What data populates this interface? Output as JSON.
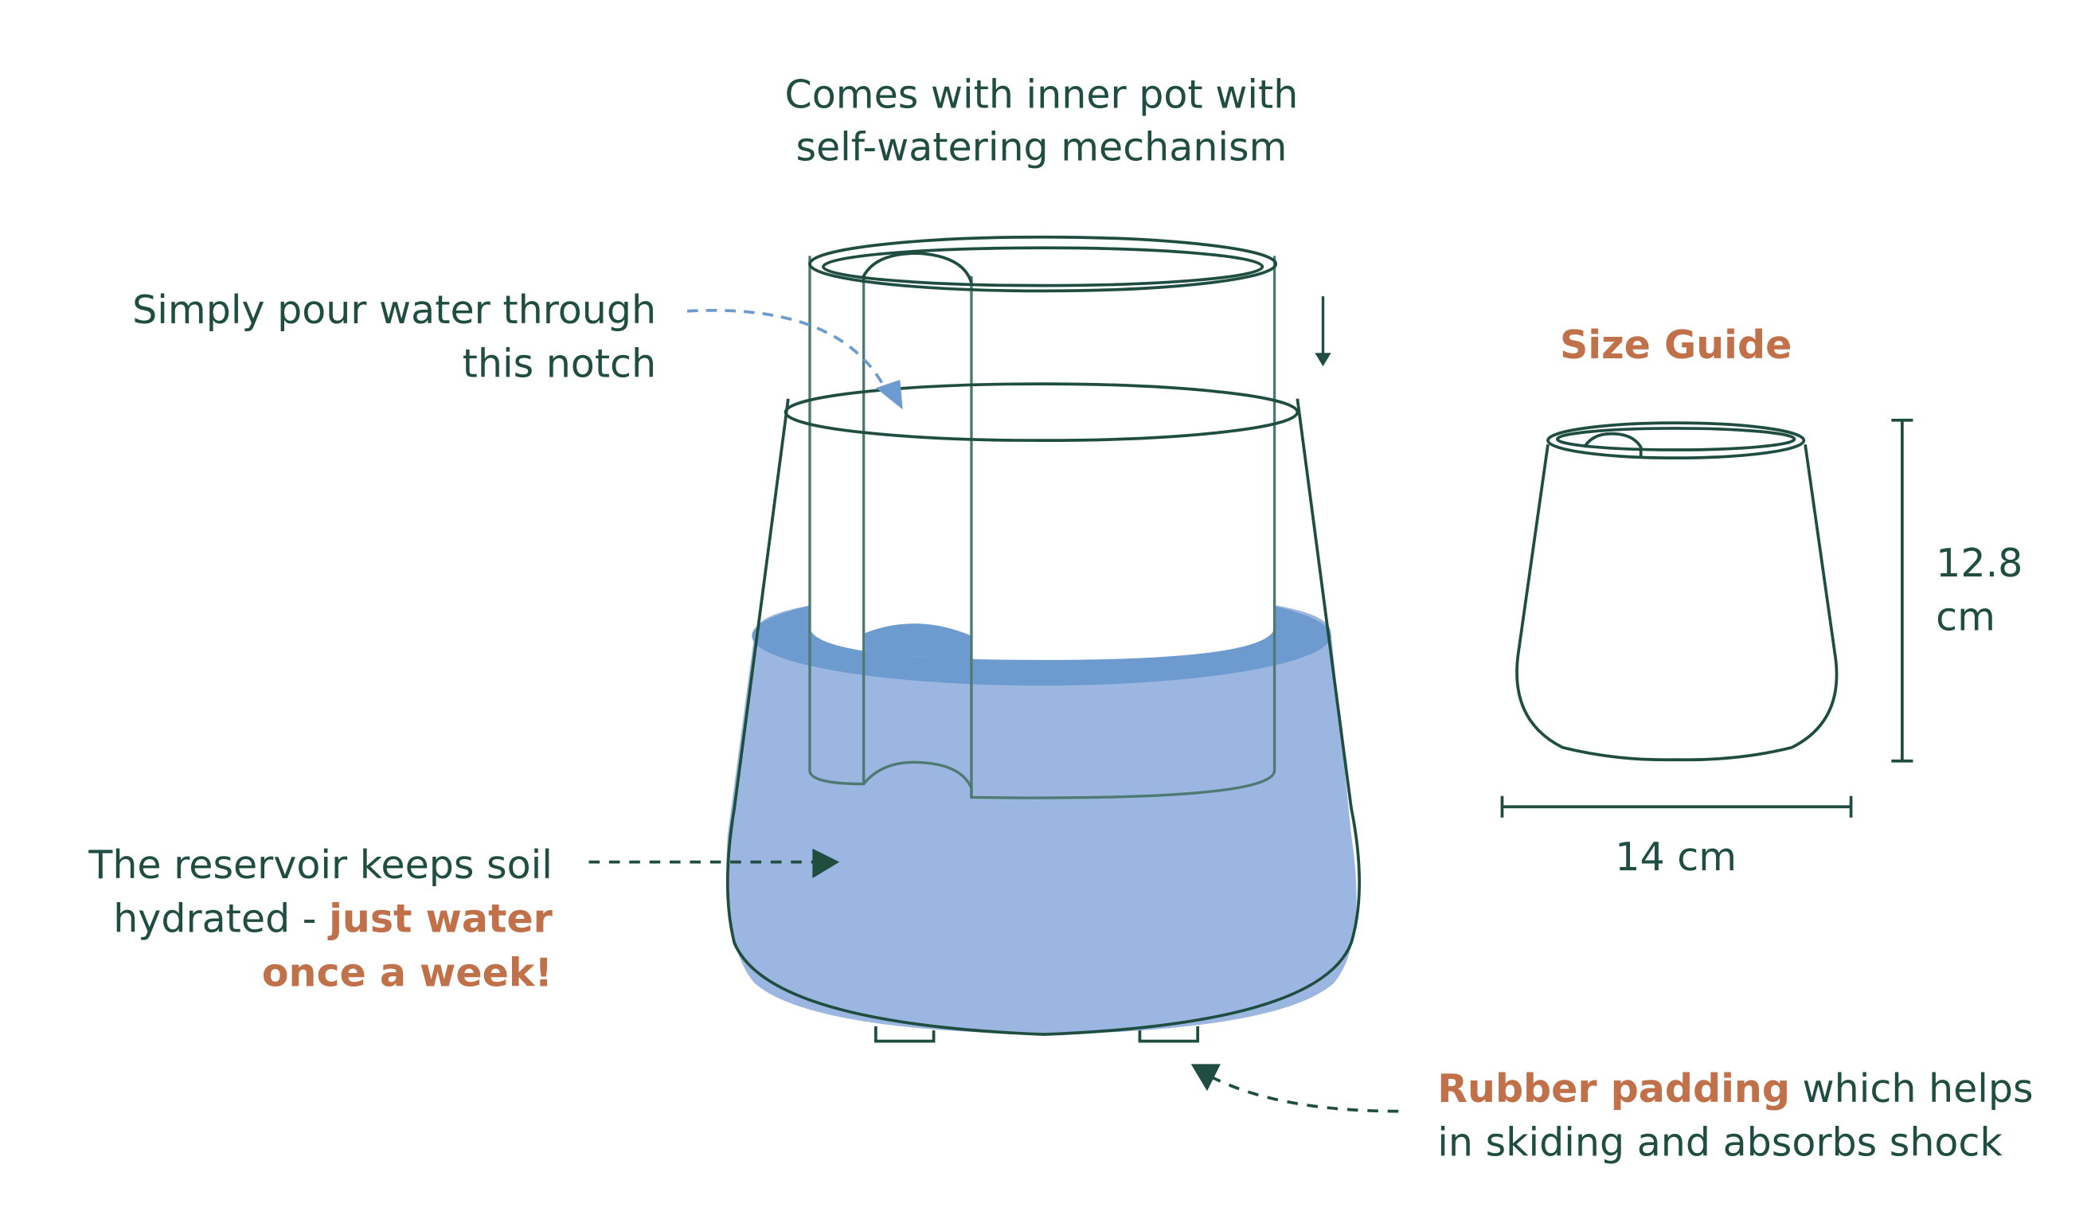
{
  "labels": {
    "inner_pot": [
      "Comes with inner pot with",
      "self-watering mechanism"
    ],
    "notch": [
      "Simply pour water through",
      "this notch"
    ],
    "reservoir": {
      "line1": "The reservoir keeps soil",
      "line2_plain": "hydrated - ",
      "line2_highlight": "just water",
      "line3_highlight": "once a week!"
    },
    "rubber": {
      "highlight": "Rubber padding",
      "line1_rest": " which helps",
      "line2": "in skiding and absorbs shock"
    }
  },
  "size_guide": {
    "title": "Size Guide",
    "height_value": "12.8",
    "height_unit": "cm",
    "width": "14 cm"
  },
  "colors": {
    "ink": "#1f4d40",
    "accent": "#c0714a",
    "water": "#9bb6e0",
    "water_surface": "#6d9acf",
    "arrow_blue": "#6d9acf"
  }
}
